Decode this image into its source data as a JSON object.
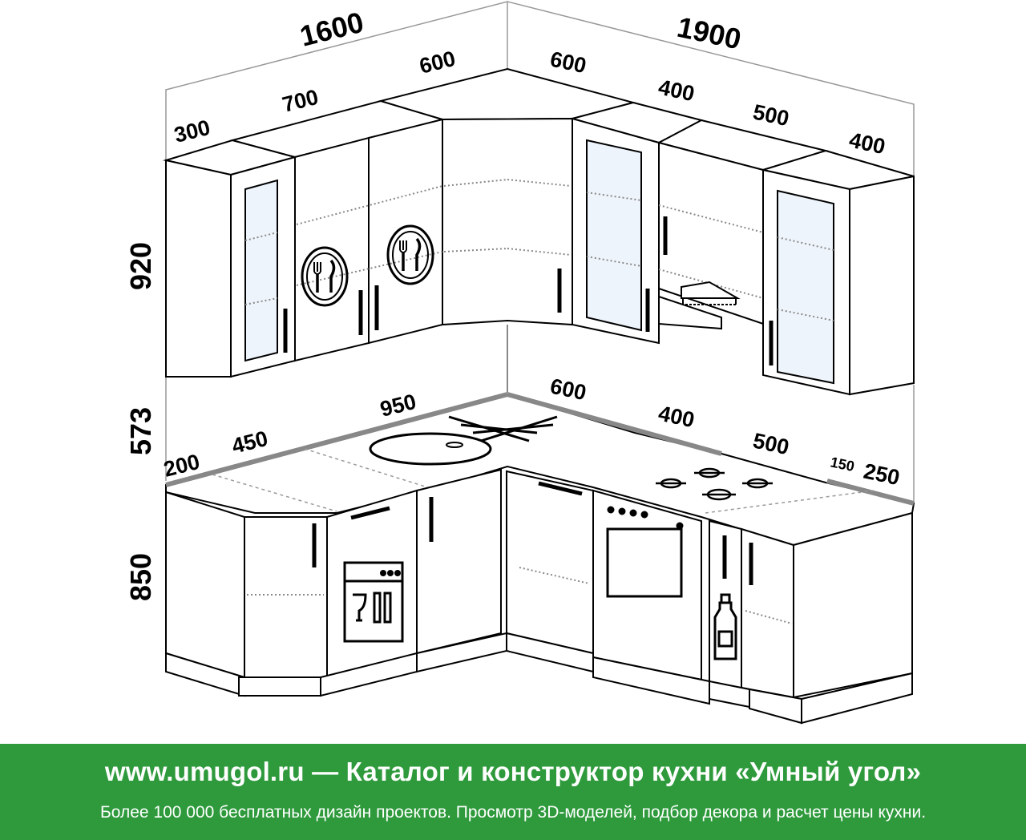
{
  "dimensions": {
    "top_total_left": "1600",
    "top_total_right": "1900",
    "upper_left_300": "300",
    "upper_left_700": "700",
    "upper_corner_left_600": "600",
    "upper_corner_right_600": "600",
    "upper_right_400a": "400",
    "upper_right_500": "500",
    "upper_right_400b": "400",
    "height_upper": "920",
    "height_gap": "573",
    "height_base": "850",
    "base_200": "200",
    "base_450": "450",
    "base_950": "950",
    "base_600": "600",
    "base_400": "400",
    "base_500": "500",
    "base_150": "150",
    "base_250": "250"
  },
  "icons": [
    "cutlery-plate-icon",
    "dishwasher-icon",
    "bottle-icon",
    "sink-icon",
    "gas-hob-icon",
    "oven-icon",
    "range-hood-icon"
  ],
  "footer": {
    "title": "www.umugol.ru — Каталог и конструктор кухни «Умный угол»",
    "subtitle": "Более 100 000 бесплатных дизайн проектов. Просмотр 3D-моделей, подбор декора и расчет цены кухни.",
    "background": "#2e9a3c",
    "text_color": "#ffffff"
  }
}
